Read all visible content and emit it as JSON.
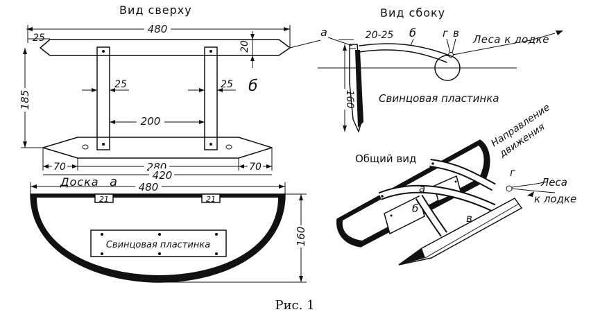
{
  "labels": {
    "top_view": "Вид сверху",
    "side_view": "Вид сбоку",
    "general_view": "Общий вид",
    "direction_line1": "Направление",
    "direction_line2": "движения",
    "board": "Доска",
    "lead_plate": "Свинцовая пластинка",
    "line_to_boat": "Леса к лодке",
    "line_line1": "Леса",
    "line_line2": "к лодке",
    "caption": "Рис. 1"
  },
  "letters": {
    "a": "а",
    "b": "б",
    "v": "в",
    "g": "г"
  },
  "dimensions": {
    "top_length": "480",
    "tip": "25",
    "bar_width": "20",
    "height": "185",
    "cross_left": "25",
    "cross_right": "25",
    "spacing": "200",
    "end_left": "70",
    "middle": "280",
    "end_right": "70",
    "bottom_length": "420",
    "board_length": "480",
    "notch_left": "21",
    "notch_right": "21",
    "board_height": "160",
    "side_height": "160",
    "side_gap": "20-25"
  }
}
